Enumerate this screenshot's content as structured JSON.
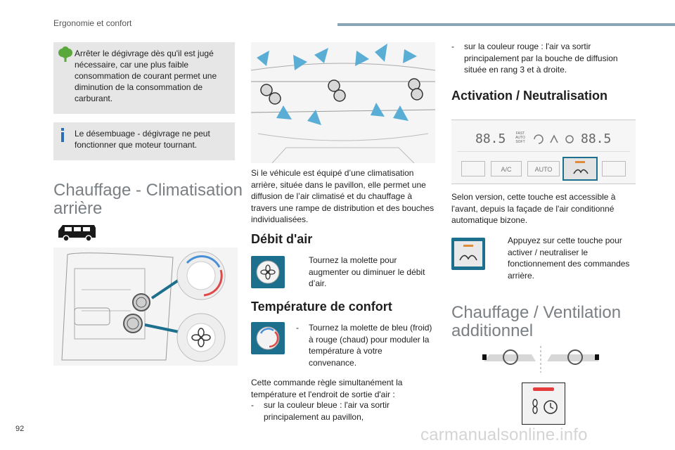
{
  "header": {
    "section": "Ergonomie et confort"
  },
  "page_number": "92",
  "watermark": "carmanualsonline.info",
  "notes": {
    "eco": "Arrêter le dégivrage dès qu'il est jugé nécessaire, car une plus faible consommation de courant permet une diminution de la consommation de carburant.",
    "info": "Le désembuage - dégivrage ne peut fonctionner que moteur tournant."
  },
  "rear_heating": {
    "title": "Chauffage - Climatisation arrière",
    "intro": "Si le véhicule est équipé d’une climatisation arrière, située dans le pavillon, elle permet une diffusion de l’air climatisé et du chauffage à travers une rampe de distribution et des bouches individualisées."
  },
  "airflow": {
    "title": "Débit d'air",
    "marker": "",
    "text": "Tournez la molette pour augmenter ou diminuer le débit d’air."
  },
  "comfort_temp": {
    "title": "Température de confort",
    "marker": "-",
    "text": "Tournez la molette de bleu (froid) à rouge (chaud) pour moduler la température à votre convenance.",
    "note": "Cette commande règle simultanément la température et l'endroit de sortie d'air :",
    "blue_marker": "-",
    "blue_text": "sur la couleur bleue : l'air va sortir principalement au pavillon,",
    "red_marker": "-",
    "red_text": "sur la couleur rouge : l'air va sortir principalement par la bouche de diffusion située en rang 3 et à droite."
  },
  "activation": {
    "title": "Activation / Neutralisation",
    "panel": {
      "left_temp": "88.5",
      "right_temp": "88.5",
      "mode": "FAST AUTO SOFT",
      "btn_ac": "A/C",
      "btn_auto": "AUTO"
    },
    "desc": "Selon version, cette touche est accessible à l'avant, depuis la façade de l'air conditionné automatique bizone.",
    "marker": "",
    "text": "Appuyez sur cette touche pour activer / neutraliser le fonctionnement des commandes arrière."
  },
  "additional": {
    "title": "Chauffage / Ventilation additionnel"
  },
  "colors": {
    "accent_teal": "#1d6f8e",
    "note_bg": "#e6e6e6",
    "eco_green": "#5aa73c",
    "info_blue": "#2d6fb5",
    "header_bar": "#8aa4b8"
  }
}
